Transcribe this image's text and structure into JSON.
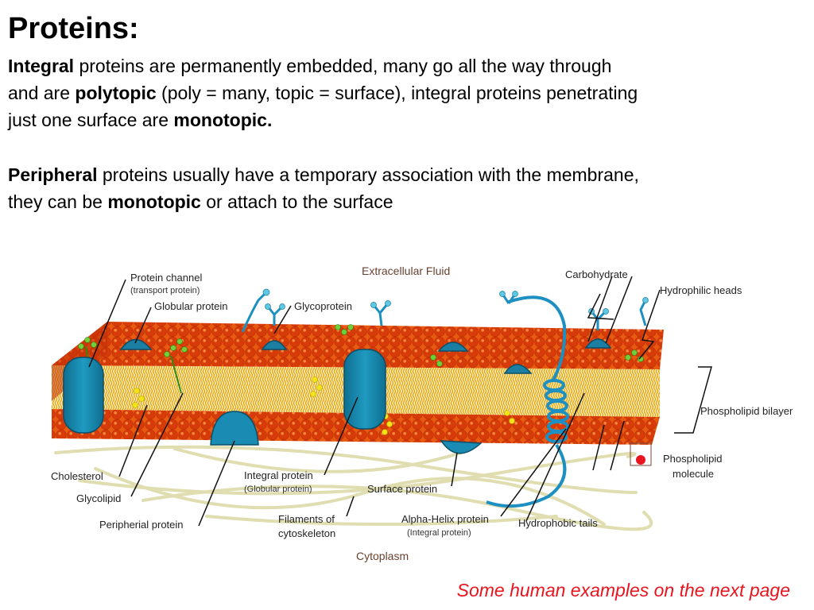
{
  "slide": {
    "title": "Proteins:",
    "integral": {
      "w1": "Integral",
      "t1": " proteins are permanently embedded, many go all the way through and are ",
      "w2": "polytopic",
      "t2": " (poly = many, topic = surface), integral proteins penetrating just one surface are ",
      "w3": "monotopic."
    },
    "peripheral": {
      "w1": "Peripheral",
      "t1": " proteins usually have a temporary association with the membrane, they can be ",
      "w2": "monotopic",
      "t2": " or attach to the surface"
    },
    "footer": "Some human examples on the next page"
  },
  "diagram": {
    "extracellular": "Extracellular Fluid",
    "cytoplasm": "Cytoplasm",
    "labels": {
      "protein_channel": "Protein channel",
      "protein_channel_sub": "(transport protein)",
      "globular_protein": "Globular protein",
      "glycoprotein": "Glycoprotein",
      "carbohydrate": "Carbohydrate",
      "hydrophilic_heads": "Hydrophilic heads",
      "phospholipid_bilayer": "Phospholipid bilayer",
      "phospholipid_molecule_1": "Phospholipid",
      "phospholipid_molecule_2": "molecule",
      "cholesterol": "Cholesterol",
      "glycolipid": "Glycolipid",
      "peripheral_protein": "Peripherial protein",
      "integral_protein": "Integral protein",
      "integral_protein_sub": "(Globular protein)",
      "surface_protein": "Surface protein",
      "filaments_1": "Filaments of",
      "filaments_2": "cytoskeleton",
      "alpha_helix": "Alpha-Helix protein",
      "alpha_helix_sub": "(Integral protein)",
      "hydrophobic_tails": "Hydrophobic tails"
    }
  }
}
